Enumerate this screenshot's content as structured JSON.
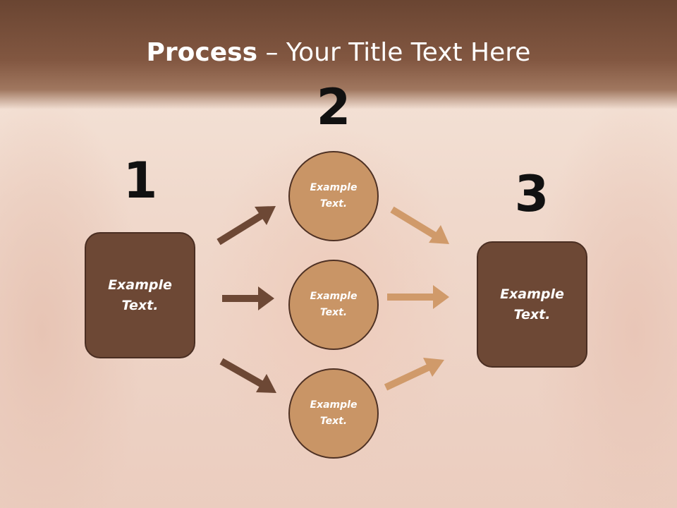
{
  "title": {
    "bold": "Process",
    "rest": " – Your Title Text Here"
  },
  "steps": [
    {
      "number": "1",
      "box_text": "Example\nText."
    },
    {
      "number": "2",
      "circles": [
        "Example\nText.",
        "Example\nText.",
        "Example\nText."
      ]
    },
    {
      "number": "3",
      "box_text": "Example\nText."
    }
  ],
  "colors": {
    "dark_brown": "#6d4835",
    "tan": "#c99566",
    "arrow_dark": "#6d4835",
    "arrow_light": "#d09a6a"
  }
}
